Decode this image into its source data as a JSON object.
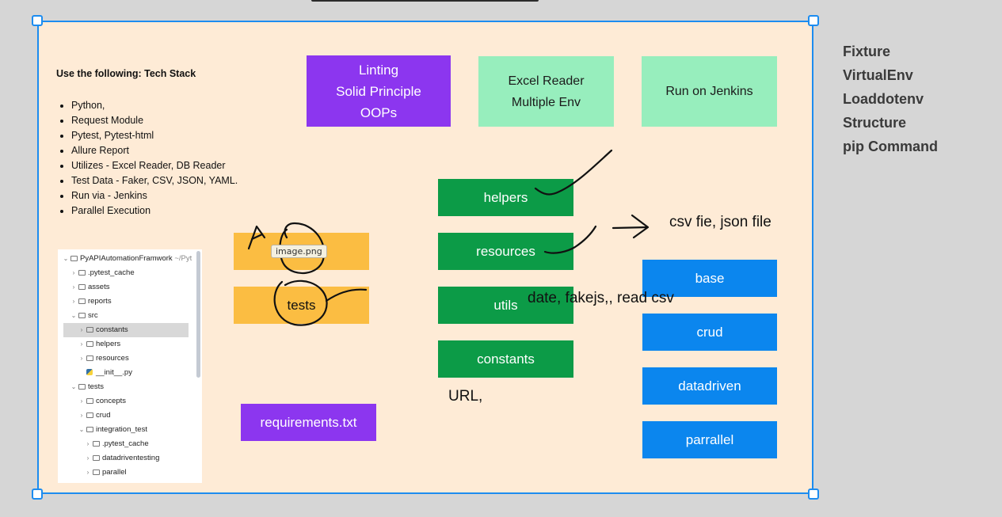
{
  "side_notes": [
    "Fixture",
    "VirtualEnv",
    "Loaddotenv",
    "Structure",
    "pip Command"
  ],
  "tech_stack": {
    "title": "Use the following: Tech Stack",
    "items": [
      "Python,",
      "Request Module",
      "Pytest, Pytest-html",
      "Allure Report",
      "Utilizes - Excel Reader, DB Reader",
      "Test Data - Faker, CSV, JSON, YAML.",
      "Run via  - Jenkins",
      "Parallel Execution"
    ]
  },
  "project_tree": {
    "root": "PyAPIAutomationFramwork",
    "root_path": "~/Pyt",
    "items": [
      "PyAPIAutomationFramwork",
      ".pytest_cache",
      "assets",
      "reports",
      "src",
      "constants",
      "helpers",
      "resources",
      "__init__.py",
      "tests",
      "concepts",
      "crud",
      "integration_test",
      ".pytest_cache",
      "datadriventesting",
      "parallel"
    ]
  },
  "purple_top": [
    "Linting",
    "Solid Principle",
    "OOPs"
  ],
  "excel_box": [
    "Excel Reader",
    "Multiple Env"
  ],
  "jenkins_box": "Run on Jenkins",
  "yellow_boxes": [
    "",
    "tests"
  ],
  "tooltip": "image.png",
  "requirements": "requirements.txt",
  "green_boxes": [
    "helpers",
    "resources",
    "utils",
    "constants"
  ],
  "blue_boxes": [
    "base",
    "crud",
    "datadriven",
    "parrallel"
  ],
  "notes": {
    "csv_json": "csv fie, json file",
    "utils_note": "date, fakejs,, read csv",
    "url_note": "URL,"
  },
  "colors": {
    "canvas_bg": "#feebd6",
    "selection": "#1c8cf0",
    "purple": "#8c36ef",
    "mint": "#97eebd",
    "green": "#0c9b47",
    "blue": "#0b86ee",
    "yellow": "#fbbd42"
  }
}
